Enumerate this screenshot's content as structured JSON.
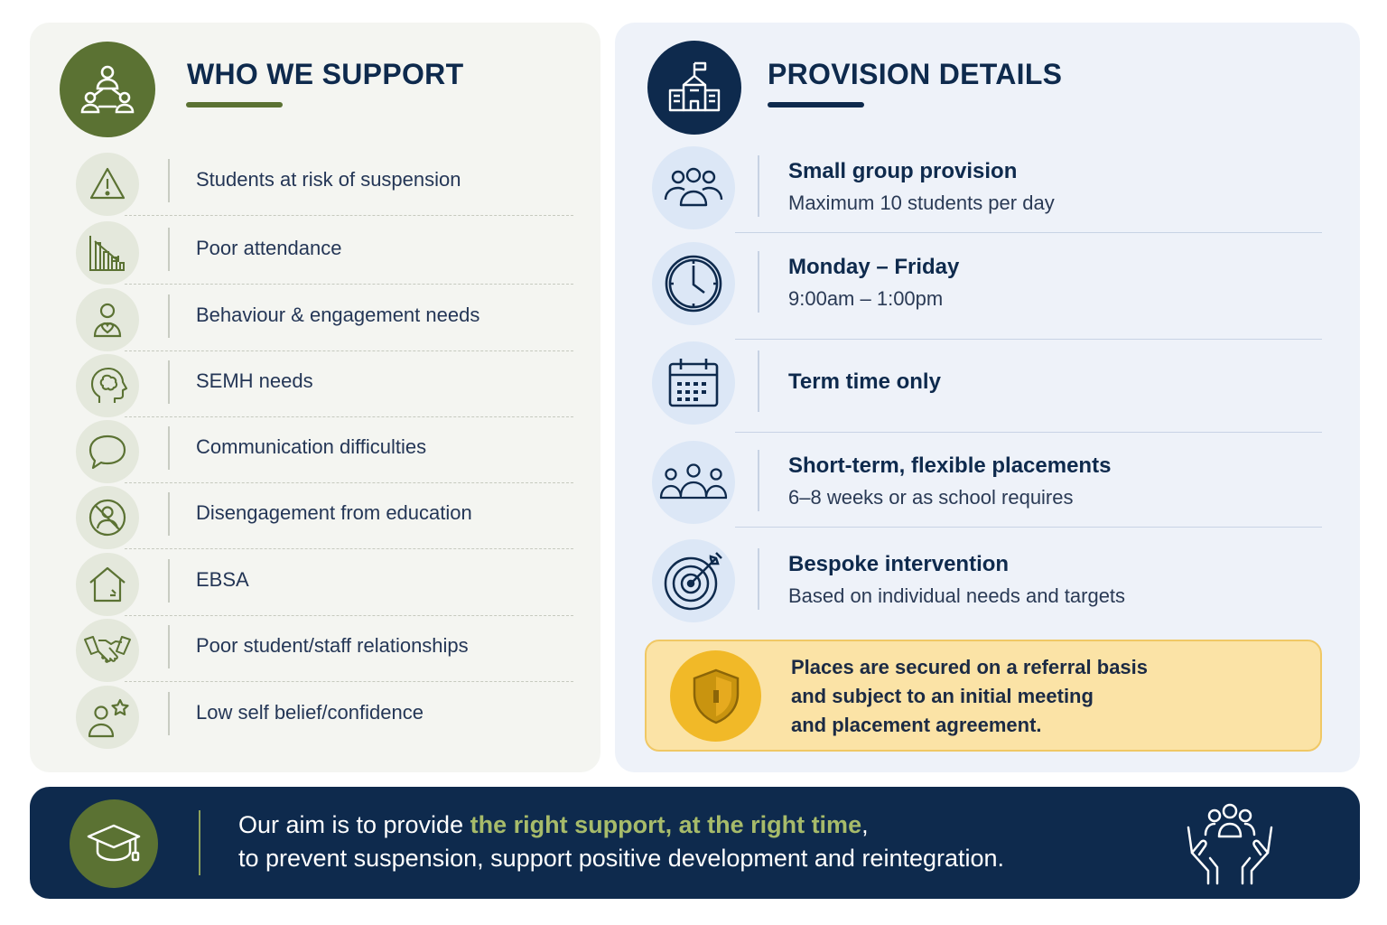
{
  "who": {
    "title": "WHO WE SUPPORT",
    "items": [
      {
        "label": "Students at risk of suspension",
        "icon": "warning-icon"
      },
      {
        "label": "Poor attendance",
        "icon": "declining-chart-icon"
      },
      {
        "label": "Behaviour & engagement needs",
        "icon": "person-heart-icon"
      },
      {
        "label": "SEMH needs",
        "icon": "head-brain-icon"
      },
      {
        "label": "Communication difficulties",
        "icon": "speech-bubble-icon"
      },
      {
        "label": "Disengagement from education",
        "icon": "no-person-icon"
      },
      {
        "label": "EBSA",
        "icon": "house-icon"
      },
      {
        "label": "Poor student/staff relationships",
        "icon": "handshake-icon"
      },
      {
        "label": "Low self belief/confidence",
        "icon": "person-star-icon"
      }
    ]
  },
  "provision": {
    "title": "PROVISION DETAILS",
    "items": [
      {
        "title": "Small group provision",
        "sub": "Maximum 10 students per day",
        "icon": "group-icon"
      },
      {
        "title": "Monday – Friday",
        "sub": "9:00am – 1:00pm",
        "icon": "clock-icon"
      },
      {
        "title": "Term time only",
        "sub": "",
        "icon": "calendar-icon"
      },
      {
        "title": "Short-term, flexible placements",
        "sub": "6–8 weeks or as school requires",
        "icon": "people-row-icon"
      },
      {
        "title": "Bespoke intervention",
        "sub": "Based on individual needs and targets",
        "icon": "target-icon"
      }
    ]
  },
  "referral": {
    "lines": [
      "Places are secured on a referral basis",
      "and subject to an initial meeting",
      "and placement agreement."
    ]
  },
  "footer": {
    "prefix": "Our aim is to provide ",
    "highlight": "the right support, at the right time",
    "suffix": ",",
    "line2": "to prevent suspension, support positive development and reintegration."
  },
  "colors": {
    "navy": "#0e2a4d",
    "olive": "#5b7233",
    "gold": "#f1b928",
    "highlight": "#a7bb6a"
  }
}
